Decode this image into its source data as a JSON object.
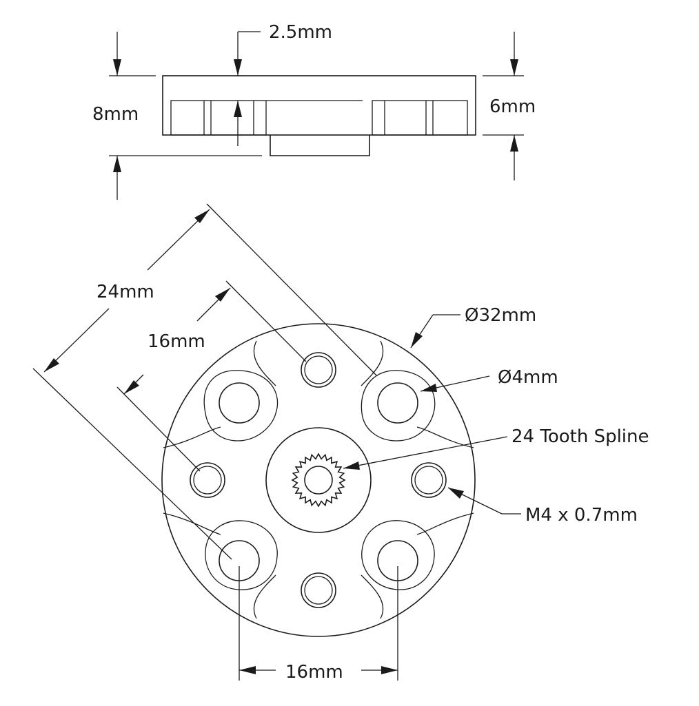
{
  "side_view": {
    "dim_2_5mm": "2.5mm",
    "dim_8mm": "8mm",
    "dim_6mm": "6mm"
  },
  "top_view": {
    "dim_24mm": "24mm",
    "dim_16mm_diag": "16mm",
    "dim_diameter_32": "Ø32mm",
    "dim_diameter_4": "Ø4mm",
    "spline_label": "24 Tooth Spline",
    "thread_label": "M4 x 0.7mm",
    "dim_16mm_bottom": "16mm",
    "spline_teeth": 24,
    "tapped_hole_count": 4,
    "clearance_hole_count": 4
  },
  "colors": {
    "line": "#1a1a1a",
    "background": "#ffffff"
  }
}
